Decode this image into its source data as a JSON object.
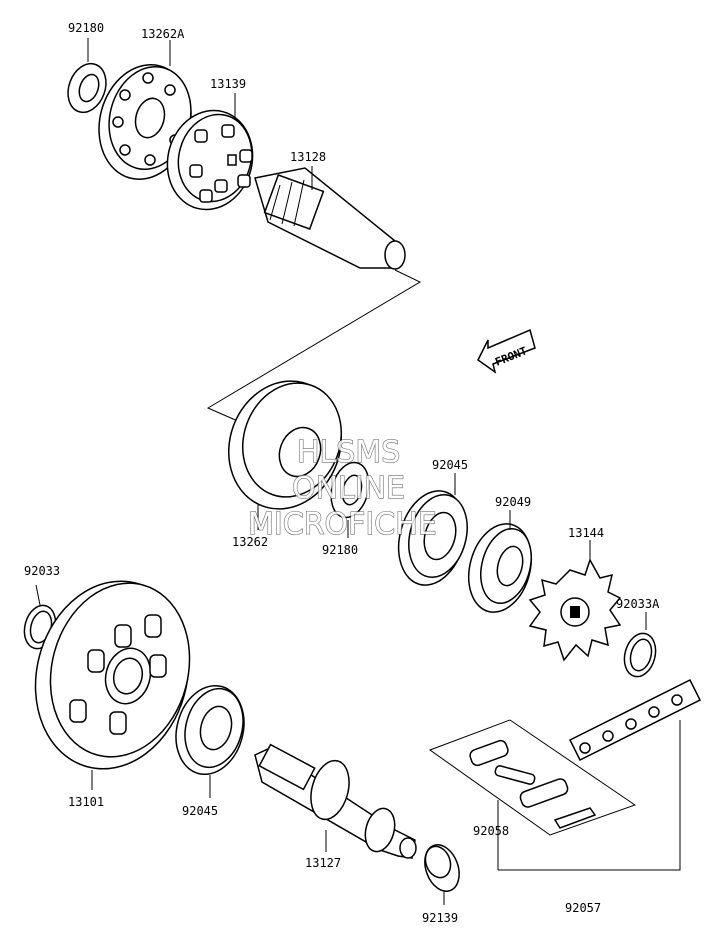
{
  "diagram": {
    "parts": [
      {
        "id": "92180-top",
        "number": "92180"
      },
      {
        "id": "13262A",
        "number": "13262A"
      },
      {
        "id": "13139",
        "number": "13139"
      },
      {
        "id": "13128",
        "number": "13128"
      },
      {
        "id": "13262",
        "number": "13262"
      },
      {
        "id": "92180-mid",
        "number": "92180"
      },
      {
        "id": "92045-mid",
        "number": "92045"
      },
      {
        "id": "92049",
        "number": "92049"
      },
      {
        "id": "13144",
        "number": "13144"
      },
      {
        "id": "92033",
        "number": "92033"
      },
      {
        "id": "92033A",
        "number": "92033A"
      },
      {
        "id": "13101",
        "number": "13101"
      },
      {
        "id": "92045-low",
        "number": "92045"
      },
      {
        "id": "13127",
        "number": "13127"
      },
      {
        "id": "92058",
        "number": "92058"
      },
      {
        "id": "92139",
        "number": "92139"
      },
      {
        "id": "92057",
        "number": "92057"
      }
    ],
    "front_label": "FRONT",
    "watermark": [
      "HLSMS",
      "ONLINE",
      "MICROFICHE"
    ]
  }
}
